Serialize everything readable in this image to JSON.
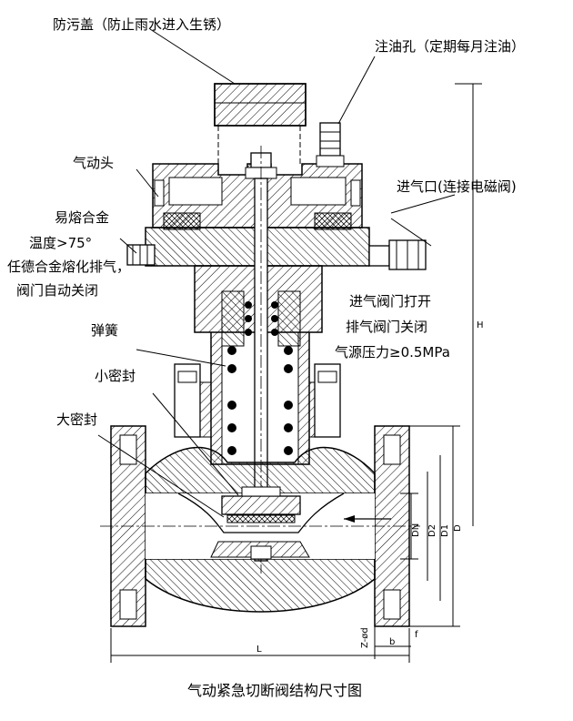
{
  "labels": {
    "dust_cap": "防污盖（防止雨水进入生锈）",
    "oil_hole": "注油孔（定期每月注油）",
    "actuator_head": "气动头",
    "air_inlet": "进气口(连接电磁阀)",
    "fusible_alloy_1": "易熔合金",
    "fusible_alloy_2": "温度>75°",
    "fusible_alloy_3": "任德合金熔化排气，",
    "fusible_alloy_4": "阀门自动关闭",
    "spring": "弹簧",
    "small_seal": "小密封",
    "large_seal": "大密封",
    "status_1": "进气阀门打开",
    "status_2": "排气阀门关闭",
    "status_3": "气源压力≥0.5MPa"
  },
  "dimensions": {
    "height": "H",
    "dn": "DN",
    "d2": "D2",
    "d1": "D1",
    "d": "D",
    "length": "L",
    "bolt_holes": "Z-ød",
    "b": "b",
    "f": "f"
  },
  "caption": "气动紧急切断阀结构尺寸图"
}
